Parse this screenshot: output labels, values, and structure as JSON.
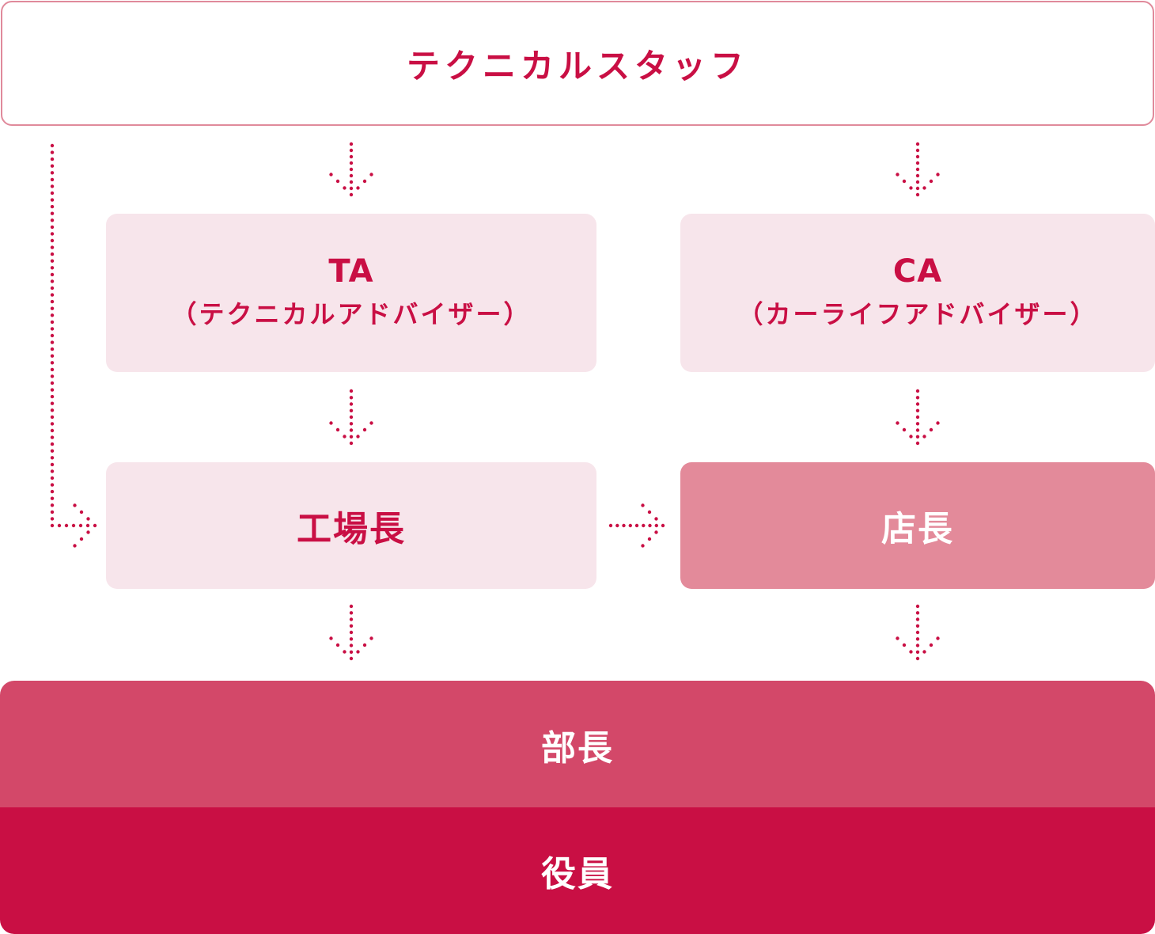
{
  "nodes": {
    "technical_staff": "テクニカルスタッフ",
    "ta": {
      "abbr": "TA",
      "full": "（テクニカルアドバイザー）"
    },
    "ca": {
      "abbr": "CA",
      "full": "（カーライフアドバイザー）"
    },
    "factory_manager": "工場長",
    "store_manager": "店長",
    "general_manager": "部長",
    "executive": "役員"
  },
  "colors": {
    "accent": "#c90f44",
    "light_pink": "#f7e5eb",
    "medium_pink": "#e38a9a",
    "manager_pink": "#d34869",
    "border_pink": "#e08a9b"
  }
}
